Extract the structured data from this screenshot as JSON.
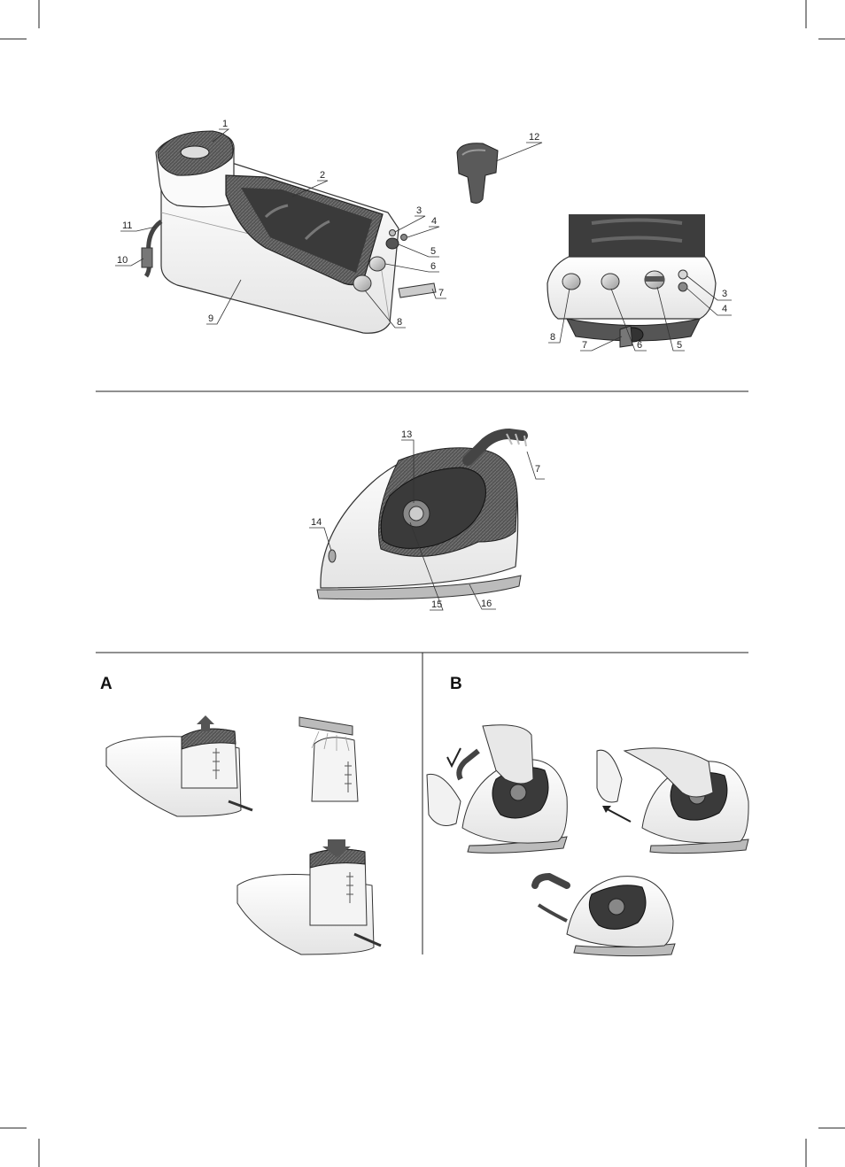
{
  "section_a": {
    "title": "A"
  },
  "section_b": {
    "title": "B"
  },
  "callouts": {
    "c1": "1",
    "c2": "2",
    "c3": "3",
    "c4": "4",
    "c5": "5",
    "c6": "6",
    "c7": "7",
    "c8": "8",
    "c9": "9",
    "c10": "10",
    "c11": "11",
    "c12": "12",
    "r3": "3",
    "r4": "4",
    "r5": "5",
    "r6": "6",
    "r7": "7",
    "r8": "8",
    "c13": "13",
    "c14": "14",
    "c15": "15",
    "c16": "16",
    "i7": "7"
  }
}
